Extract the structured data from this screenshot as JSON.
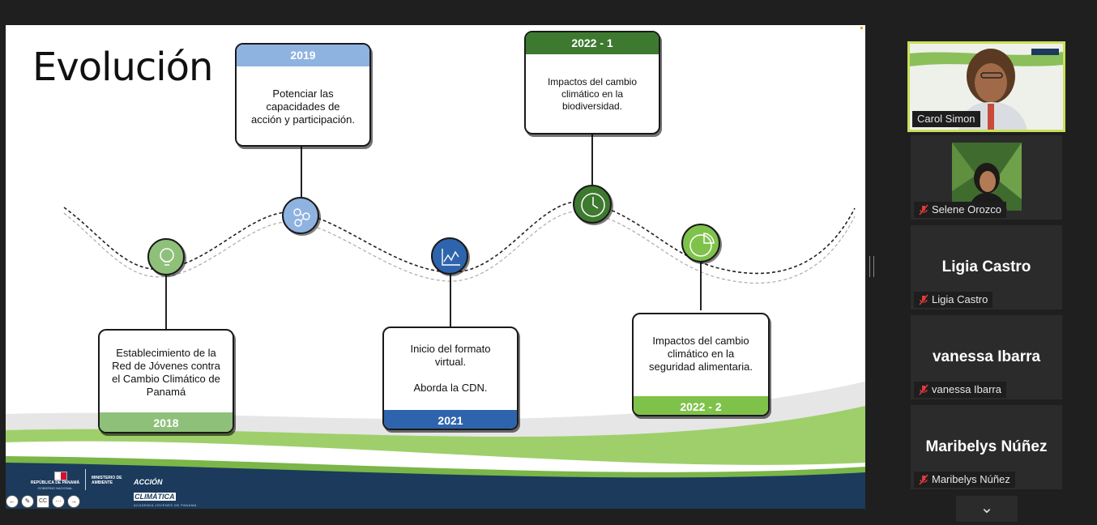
{
  "slide": {
    "title": "Evolución",
    "milestones": [
      {
        "year": "2018",
        "text": [
          "Establecimiento de la",
          "Red de Jóvenes contra",
          "el Cambio Climático de",
          "Panamá"
        ],
        "color": "#8fc07a",
        "icon": "lightbulb-icon"
      },
      {
        "year": "2019",
        "text": [
          "Potenciar las",
          "capacidades de",
          "acción y participación."
        ],
        "color": "#8fb3e0",
        "icon": "network-icon"
      },
      {
        "year": "2021",
        "text": [
          "Inicio del formato",
          "virtual.",
          "",
          "Aborda la CDN."
        ],
        "color": "#2e64ad",
        "icon": "chart-icon"
      },
      {
        "year": "2022 - 1",
        "text": [
          "Impactos del cambio",
          "climático en la",
          "biodiversidad."
        ],
        "color": "#3d7a2f",
        "icon": "clock-icon"
      },
      {
        "year": "2022 - 2",
        "text": [
          "Impactos del cambio",
          "climático en la",
          "seguridad alimentaria."
        ],
        "color": "#7fc24a",
        "icon": "pie-chart-icon"
      }
    ],
    "footer": {
      "republica": "REPÚBLICA DE PANAMÁ",
      "gobierno": "GOBIERNO NACIONAL",
      "ministerio": "MINISTERIO DE AMBIENTE",
      "accion1": "ACCIÓN",
      "accion2": "CLIMÁTICA",
      "accion_sub": "ACADEMIA JOVENES DE PANAMA"
    },
    "controls": [
      "back-icon",
      "pen-icon",
      "cc-icon",
      "more-icon",
      "forward-icon"
    ],
    "control_labels": {
      "cc": "CC",
      "more": "···"
    }
  },
  "participants": [
    {
      "name": "Carol Simon",
      "display": "",
      "video": true,
      "speaking": true,
      "muted": false
    },
    {
      "name": "Selene Orozco",
      "display": "",
      "video": true,
      "speaking": false,
      "muted": true
    },
    {
      "name": "Ligia Castro",
      "display": "Ligia Castro",
      "video": false,
      "speaking": false,
      "muted": true
    },
    {
      "name": "vanessa Ibarra",
      "display": "vanessa Ibarra",
      "video": false,
      "speaking": false,
      "muted": true
    },
    {
      "name": "Maribelys Núñez",
      "display": "Maribelys Núñez",
      "video": false,
      "speaking": false,
      "muted": true
    }
  ],
  "colors": {
    "accent_active": "#c9df5a",
    "navy": "#1b3a5c",
    "green_band": "#7ab648"
  }
}
